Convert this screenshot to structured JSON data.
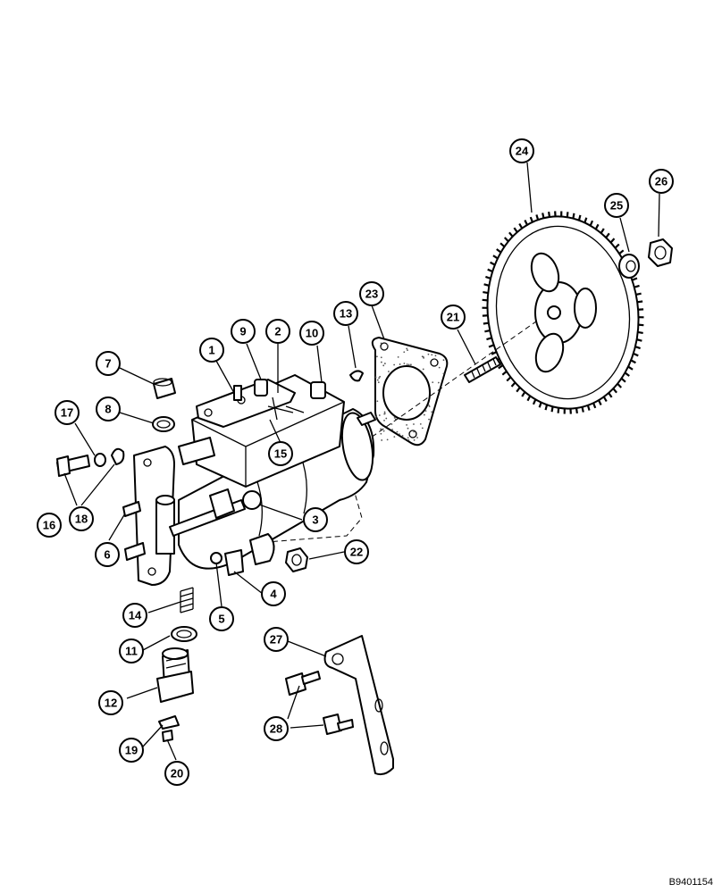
{
  "diagram": {
    "reference_code": "B9401154",
    "callouts": [
      {
        "id": "1",
        "label": "1"
      },
      {
        "id": "2",
        "label": "2"
      },
      {
        "id": "3",
        "label": "3"
      },
      {
        "id": "4",
        "label": "4"
      },
      {
        "id": "5",
        "label": "5"
      },
      {
        "id": "6",
        "label": "6"
      },
      {
        "id": "7",
        "label": "7"
      },
      {
        "id": "8",
        "label": "8"
      },
      {
        "id": "9",
        "label": "9"
      },
      {
        "id": "10",
        "label": "10"
      },
      {
        "id": "11",
        "label": "11"
      },
      {
        "id": "12",
        "label": "12"
      },
      {
        "id": "13",
        "label": "13"
      },
      {
        "id": "14",
        "label": "14"
      },
      {
        "id": "15",
        "label": "15"
      },
      {
        "id": "16",
        "label": "16"
      },
      {
        "id": "17",
        "label": "17"
      },
      {
        "id": "18",
        "label": "18"
      },
      {
        "id": "19",
        "label": "19"
      },
      {
        "id": "20",
        "label": "20"
      },
      {
        "id": "21",
        "label": "21"
      },
      {
        "id": "22",
        "label": "22"
      },
      {
        "id": "23",
        "label": "23"
      },
      {
        "id": "24",
        "label": "24"
      },
      {
        "id": "25",
        "label": "25"
      },
      {
        "id": "26",
        "label": "26"
      },
      {
        "id": "27",
        "label": "27"
      },
      {
        "id": "28",
        "label": "28"
      }
    ]
  }
}
